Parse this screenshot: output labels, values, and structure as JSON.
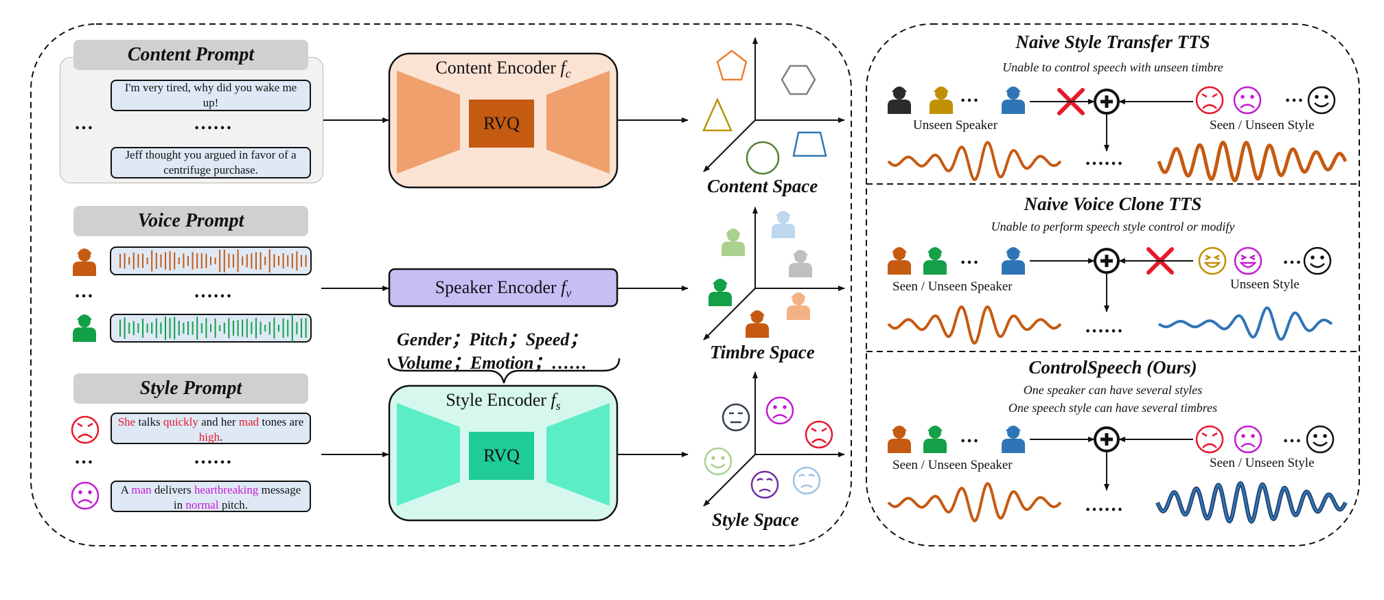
{
  "prompts": {
    "content": {
      "title": "Content Prompt",
      "text1": "I'm very tired, why did you wake me up!",
      "dots_left": "…",
      "dots_mid": "……",
      "text2": "Jeff thought you argued in favor of a centrifuge purchase."
    },
    "voice": {
      "title": "Voice Prompt",
      "dots_left": "…",
      "dots_mid": "……"
    },
    "style": {
      "title": "Style Prompt",
      "s1_a": "She",
      "s1_b": " talks ",
      "s1_c": "quickly",
      "s1_d": " and her ",
      "s1_e": "mad",
      "s1_f": " tones are ",
      "s1_g": "high",
      "s1_h": ".",
      "s2_a": "A ",
      "s2_b": "man",
      "s2_c": " delivers ",
      "s2_d": "heartbreaking",
      "s2_e": " message in ",
      "s2_f": "normal",
      "s2_g": " pitch.",
      "dots_left": "…",
      "dots_mid": "……"
    }
  },
  "encoders": {
    "content": {
      "label": "Content Encoder",
      "symbol": "f",
      "subscript": "c",
      "rvq": "RVQ"
    },
    "speaker": {
      "label": "Speaker Encoder",
      "symbol": "f",
      "subscript": "v"
    },
    "style": {
      "label": "Style Encoder",
      "symbol": "f",
      "subscript": "s",
      "rvq": "RVQ"
    },
    "attributes_line1": "Gender；Pitch；Speed；",
    "attributes_line2": "Volume；Emotion；……"
  },
  "spaces": {
    "content": "Content Space",
    "timbre": "Timbre Space",
    "style": "Style Space"
  },
  "panels": {
    "naive_style": {
      "title": "Naive Style Transfer TTS",
      "subtitle": "Unable to control speech with unseen timbre",
      "left_label": "Unseen Speaker",
      "right_label": "Seen / Unseen Style",
      "dots": "……",
      "ellipsis": "…"
    },
    "naive_voice": {
      "title": "Naive Voice Clone TTS",
      "subtitle": "Unable to perform speech style control or modify",
      "left_label": "Seen / Unseen Speaker",
      "right_label": "Unseen Style",
      "dots": "……",
      "ellipsis": "…"
    },
    "controlspeech": {
      "title": "ControlSpeech (Ours)",
      "subtitle1": "One speaker can have several styles",
      "subtitle2": "One speech style can have several timbres",
      "left_label": "Seen / Unseen Speaker",
      "right_label": "Seen / Unseen Style",
      "dots": "……",
      "ellipsis": "…"
    }
  },
  "colors": {
    "content_encoder_fill": "#fbe3d4",
    "content_encoder_shape": "#f0a06c",
    "rvq_content": "#c55a11",
    "speaker_encoder": "#c9bdf5",
    "style_encoder_fill": "#d6f7ee",
    "style_encoder_shape": "#5bedc6",
    "rvq_style": "#1fcc96",
    "wave_orange": "#c55a11",
    "wave_blue": "#2e75b6",
    "wave_dark": "#1f3864",
    "red_x": "#e6192b"
  },
  "icons": [
    "triangle-icon",
    "circle-icon",
    "pentagon-icon",
    "hexagon-icon",
    "trapezoid-icon",
    "person-icon",
    "face-icon",
    "plus-icon",
    "cross-icon"
  ]
}
